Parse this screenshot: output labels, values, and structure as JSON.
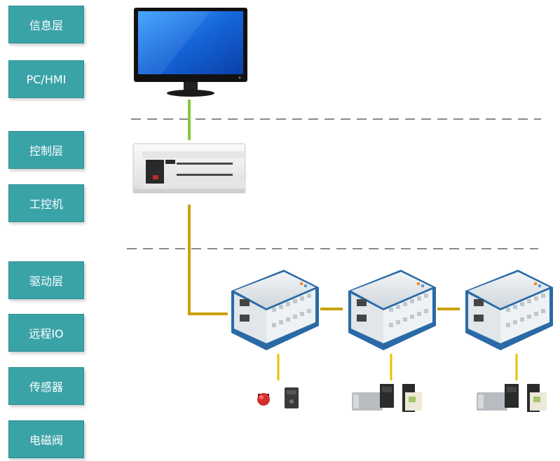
{
  "layers": [
    {
      "label": "信息层"
    },
    {
      "label": "PC/HMI"
    },
    {
      "label": "控制层"
    },
    {
      "label": "工控机"
    },
    {
      "label": "驱动层"
    },
    {
      "label": "远程IO"
    },
    {
      "label": "传感器"
    },
    {
      "label": "电磁阀"
    }
  ],
  "colors": {
    "layer_bg": "#3aa3a8",
    "green_line": "#8cc63f",
    "gold_line": "#c9a100",
    "dash_line": "#8a8a8a",
    "io_module_blue": "#2a6aa6"
  },
  "icons": {
    "monitor": "computer-monitor-icon",
    "plc": "plc-controller-icon",
    "io_module": "remote-io-module-icon",
    "sensor": "sensor-icon",
    "solenoid_valve": "solenoid-valve-icon"
  }
}
